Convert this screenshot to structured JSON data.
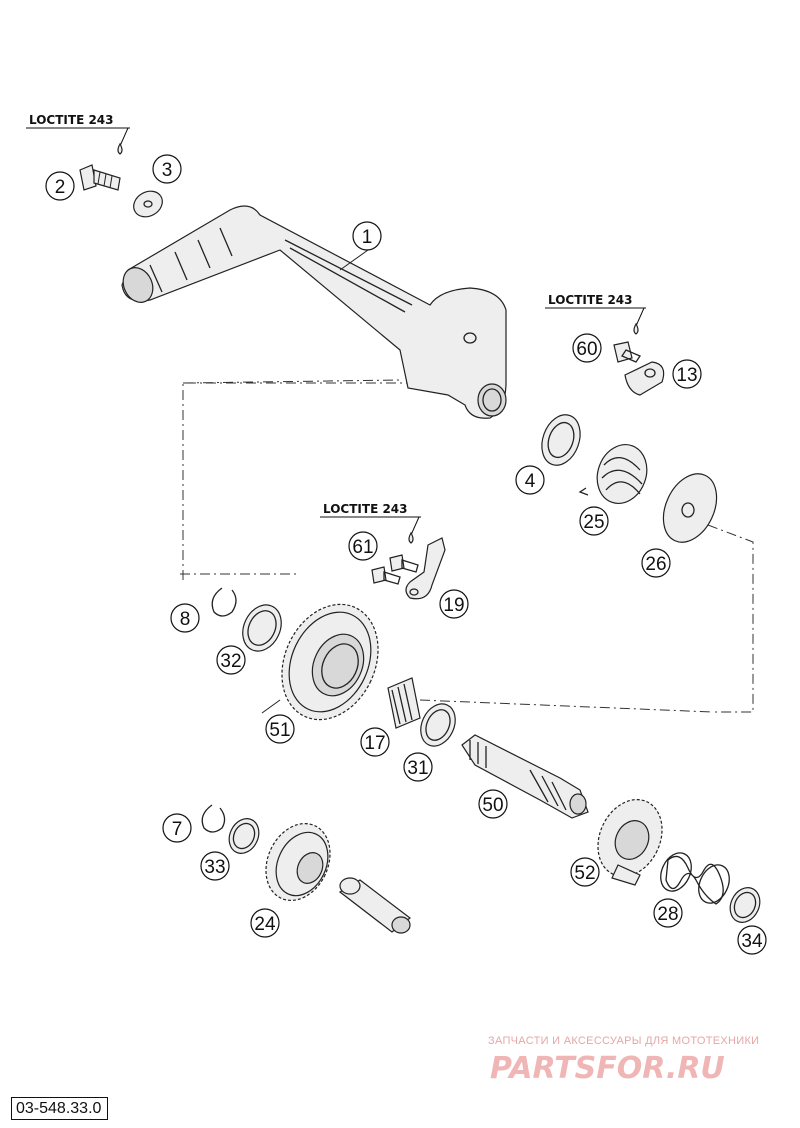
{
  "diagram": {
    "drawing_code": "03-548.33.0",
    "loctite_label": "LOCTITE 243",
    "watermark": {
      "caption": "ЗАПЧАСТИ И АКСЕССУАРЫ ДЛЯ МОТОТЕХНИКИ",
      "logo": "PARTSFOR.RU"
    },
    "part_numbers": [
      "1",
      "2",
      "3",
      "60",
      "13",
      "4",
      "25",
      "26",
      "61",
      "19",
      "8",
      "32",
      "51",
      "17",
      "31",
      "50",
      "7",
      "33",
      "24",
      "52",
      "28",
      "34"
    ]
  }
}
